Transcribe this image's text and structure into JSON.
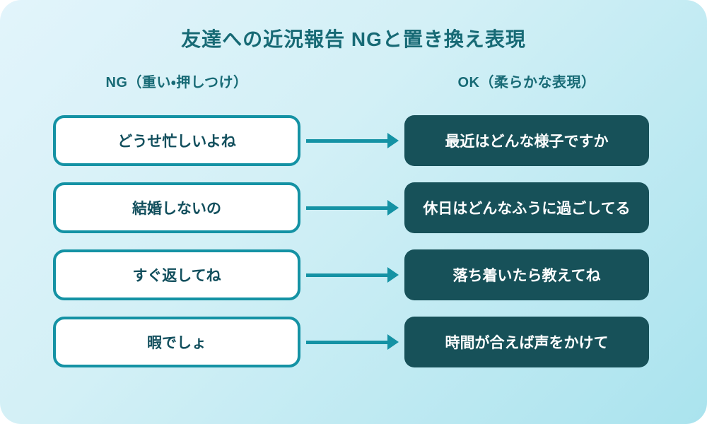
{
  "title": "友達への近況報告 NGと置き換え表現",
  "columns": {
    "ng_header": "NG（重い・押しつけ）",
    "ok_header": "OK（柔らかな表現）"
  },
  "rows": [
    {
      "ng": "どうせ忙しいよね",
      "ok": "最近はどんな様子ですか"
    },
    {
      "ng": "結婚しないの",
      "ok": "休日はどんなふうに過ごしてる"
    },
    {
      "ng": "すぐ返してね",
      "ok": "落ち着いたら教えてね"
    },
    {
      "ng": "暇でしょ",
      "ok": "時間が合えば声をかけて"
    }
  ],
  "colors": {
    "accent_teal": "#1492a4",
    "ok_box_fill": "#175159",
    "heading_text": "#176a75",
    "ng_box_text": "#124f5d",
    "ok_box_text": "#ffffff",
    "background_top_left": "#e2f4fb",
    "background_bottom_right": "#aae3ee"
  }
}
